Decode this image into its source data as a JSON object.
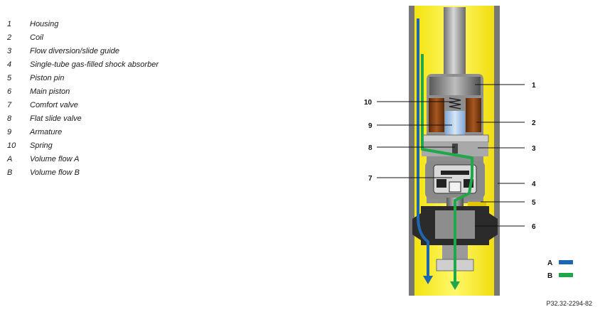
{
  "legend": {
    "items": [
      {
        "key": "1",
        "label": "Housing"
      },
      {
        "key": "2",
        "label": "Coil"
      },
      {
        "key": "3",
        "label": "Flow diversion/slide guide"
      },
      {
        "key": "4",
        "label": "Single-tube gas-filled shock absorber"
      },
      {
        "key": "5",
        "label": "Piston pin"
      },
      {
        "key": "6",
        "label": "Main piston"
      },
      {
        "key": "7",
        "label": "Comfort valve"
      },
      {
        "key": "8",
        "label": "Flat slide valve"
      },
      {
        "key": "9",
        "label": "Armature"
      },
      {
        "key": "10",
        "label": "Spring"
      },
      {
        "key": "A",
        "label": "Volume flow A"
      },
      {
        "key": "B",
        "label": "Volume flow B"
      }
    ]
  },
  "diagram": {
    "callouts_right": [
      "1",
      "2",
      "3",
      "4",
      "5",
      "6"
    ],
    "callouts_left": [
      "10",
      "9",
      "8",
      "7"
    ],
    "flow_keys": [
      {
        "key": "A",
        "color": "#1f66b0"
      },
      {
        "key": "B",
        "color": "#1fa84a"
      }
    ]
  },
  "figure_id": "P32.32-2294-82"
}
